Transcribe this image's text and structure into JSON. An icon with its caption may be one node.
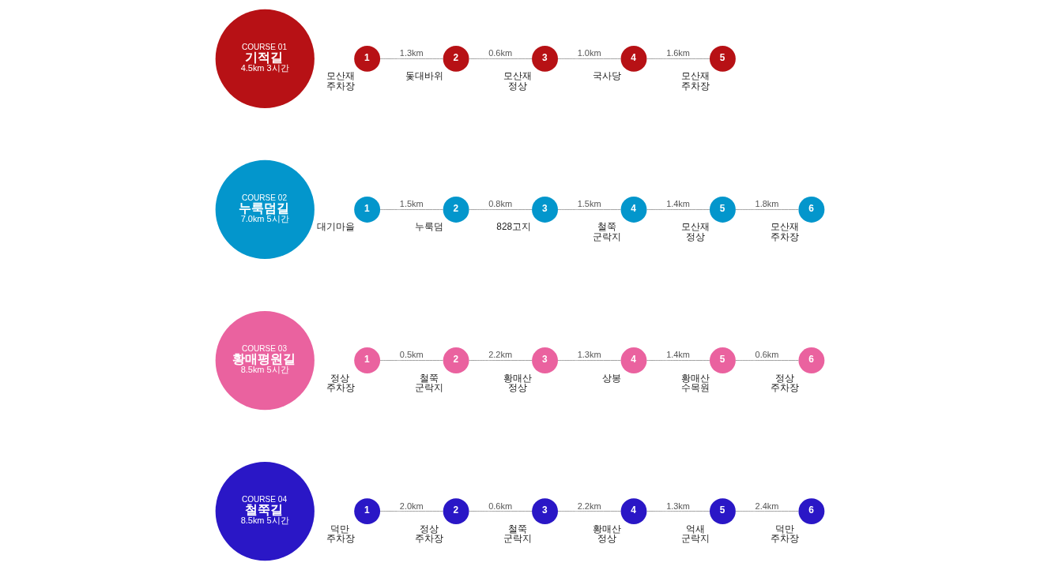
{
  "diagram": {
    "nodes": [
      {
        "text": [
          "COURSE 01",
          "기적길",
          "4.5km 3시간"
        ]
      },
      {
        "text": [
          "1"
        ],
        "beside": [
          "모산재 주차장"
        ]
      },
      {
        "text": [
          "2"
        ],
        "beside": [
          "돛대바위"
        ]
      },
      {
        "text": [
          "3"
        ],
        "beside": [
          "모산재 정상"
        ]
      },
      {
        "text": [
          "4"
        ],
        "beside": [
          "국사당"
        ]
      },
      {
        "text": [
          "5"
        ],
        "beside": [
          "모산재 주차장"
        ]
      },
      {
        "text": [
          "COURSE 02",
          "누룩덤길",
          "7.0km 5시간"
        ]
      },
      {
        "text": [
          "1"
        ],
        "beside": [
          "대기마을"
        ]
      },
      {
        "text": [
          "2"
        ],
        "beside": [
          "누룩덤"
        ]
      },
      {
        "text": [
          "3"
        ],
        "beside": [
          "828고지"
        ]
      },
      {
        "text": [
          "4"
        ],
        "beside": [
          "철쭉 군락지"
        ]
      },
      {
        "text": [
          "5"
        ],
        "beside": [
          "모산재 정상"
        ]
      },
      {
        "text": [
          "6"
        ],
        "beside": [
          "모산재 주차장"
        ]
      },
      {
        "text": [
          "COURSE 03",
          "황매평원길",
          "8.5km 5시간"
        ]
      },
      {
        "text": [
          "1"
        ],
        "beside": [
          "정상 주차장"
        ]
      },
      {
        "text": [
          "2"
        ],
        "beside": [
          "철쭉 군락지"
        ]
      },
      {
        "text": [
          "3"
        ],
        "beside": [
          "황매산 정상"
        ]
      },
      {
        "text": [
          "4"
        ],
        "beside": [
          "상봉"
        ]
      },
      {
        "text": [
          "5"
        ],
        "beside": [
          "황매산 수목원"
        ]
      },
      {
        "text": [
          "6"
        ],
        "beside": [
          "정상 주차장"
        ]
      },
      {
        "text": [
          "COURSE 04",
          "철쭉길",
          "8.5km 5시간"
        ]
      },
      {
        "text": [
          "1"
        ],
        "beside": [
          "덕만 주차장"
        ]
      },
      {
        "text": [
          "2"
        ],
        "beside": [
          "정상 주차장"
        ]
      },
      {
        "text": [
          "3"
        ],
        "beside": [
          "철쭉 군락지"
        ]
      },
      {
        "text": [
          "4"
        ],
        "beside": [
          "황매산 정상"
        ]
      },
      {
        "text": [
          "5"
        ],
        "beside": [
          "억새 군락지"
        ]
      },
      {
        "text": [
          "6"
        ],
        "beside": [
          "덕만 주차장"
        ]
      }
    ],
    "edges": [
      {
        "from": 1,
        "to": 2,
        "arrow": "none",
        "label": "1.3km"
      },
      {
        "from": 2,
        "to": 3,
        "arrow": "none",
        "label": "0.6km"
      },
      {
        "from": 3,
        "to": 4,
        "arrow": "none",
        "label": "1.0km"
      },
      {
        "from": 4,
        "to": 5,
        "arrow": "none",
        "label": "1.6km"
      },
      {
        "from": 7,
        "to": 8,
        "arrow": "none",
        "label": "1.5km"
      },
      {
        "from": 8,
        "to": 9,
        "arrow": "none",
        "label": "0.8km"
      },
      {
        "from": 9,
        "to": 10,
        "arrow": "none",
        "label": "1.5km"
      },
      {
        "from": 10,
        "to": 11,
        "arrow": "none",
        "label": "1.4km"
      },
      {
        "from": 11,
        "to": 12,
        "arrow": "none",
        "label": "1.8km"
      },
      {
        "from": 14,
        "to": 15,
        "arrow": "none",
        "label": "0.5km"
      },
      {
        "from": 15,
        "to": 16,
        "arrow": "none",
        "label": "2.2km"
      },
      {
        "from": 16,
        "to": 17,
        "arrow": "none",
        "label": "1.3km"
      },
      {
        "from": 17,
        "to": 18,
        "arrow": "none",
        "label": "1.4km"
      },
      {
        "from": 18,
        "to": 19,
        "arrow": "none",
        "label": "0.6km"
      },
      {
        "from": 21,
        "to": 22,
        "arrow": "none",
        "label": "2.0km"
      },
      {
        "from": 22,
        "to": 23,
        "arrow": "none",
        "label": "0.6km"
      },
      {
        "from": 23,
        "to": 24,
        "arrow": "none",
        "label": "2.2km"
      },
      {
        "from": 24,
        "to": 25,
        "arrow": "none",
        "label": "1.3km"
      },
      {
        "from": 25,
        "to": 26,
        "arrow": "none",
        "label": "2.4km"
      }
    ]
  }
}
